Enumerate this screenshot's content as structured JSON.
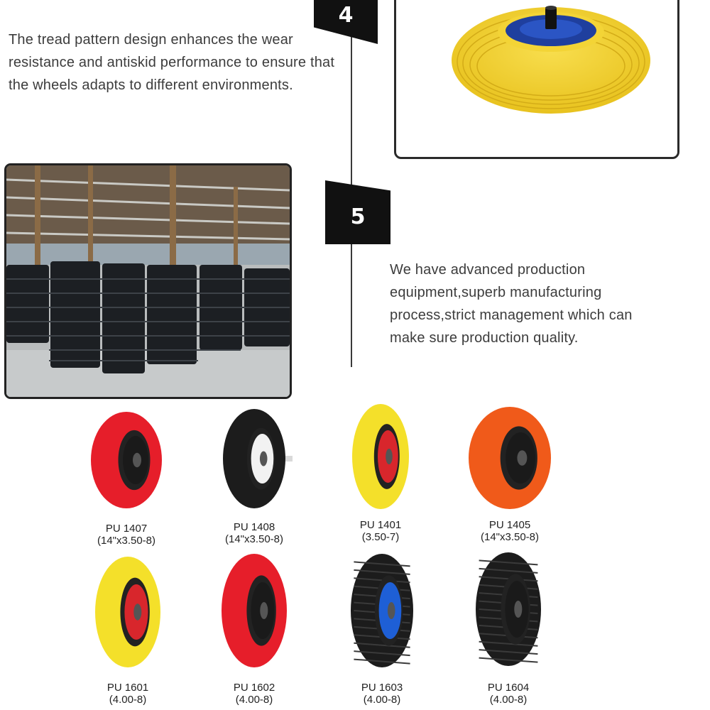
{
  "steps": [
    {
      "number": "4",
      "text": "The tread pattern design enhances the wear resistance and antiskid performance to ensure that the wheels adapts to different environments."
    },
    {
      "number": "5",
      "text": "We have advanced production equipment,superb manufacturing process,strict management which can make sure production quality."
    }
  ],
  "products": [
    {
      "model": "PU 1407",
      "size": "(14\"x3.50-8)",
      "tire_color": "#e61e2a",
      "rim_color": "#1a1a1a"
    },
    {
      "model": "PU 1408",
      "size": "(14\"x3.50-8)",
      "tire_color": "#1c1c1c",
      "rim_color": "#f2f2f2"
    },
    {
      "model": "PU 1401",
      "size": "(3.50-7)",
      "tire_color": "#f4e02a",
      "rim_color": "#d8262c"
    },
    {
      "model": "PU 1405",
      "size": "(14\"x3.50-8)",
      "tire_color": "#f05a1a",
      "rim_color": "#1a1a1a"
    },
    {
      "model": "PU 1601",
      "size": "(4.00-8)",
      "tire_color": "#f4e02a",
      "rim_color": "#d8262c"
    },
    {
      "model": "PU 1602",
      "size": "(4.00-8)",
      "tire_color": "#e61e2a",
      "rim_color": "#1a1a1a"
    },
    {
      "model": "PU 1603",
      "size": "(4.00-8)",
      "tire_color": "#1c1c1c",
      "rim_color": "#1e5fd6"
    },
    {
      "model": "PU 1604",
      "size": "(4.00-8)",
      "tire_color": "#1c1c1c",
      "rim_color": "#1a1a1a"
    }
  ],
  "colors": {
    "text": "#3c3c3c",
    "badge": "#111111",
    "hero_tire": "#f3d436",
    "hero_rim": "#1f3f9e"
  }
}
